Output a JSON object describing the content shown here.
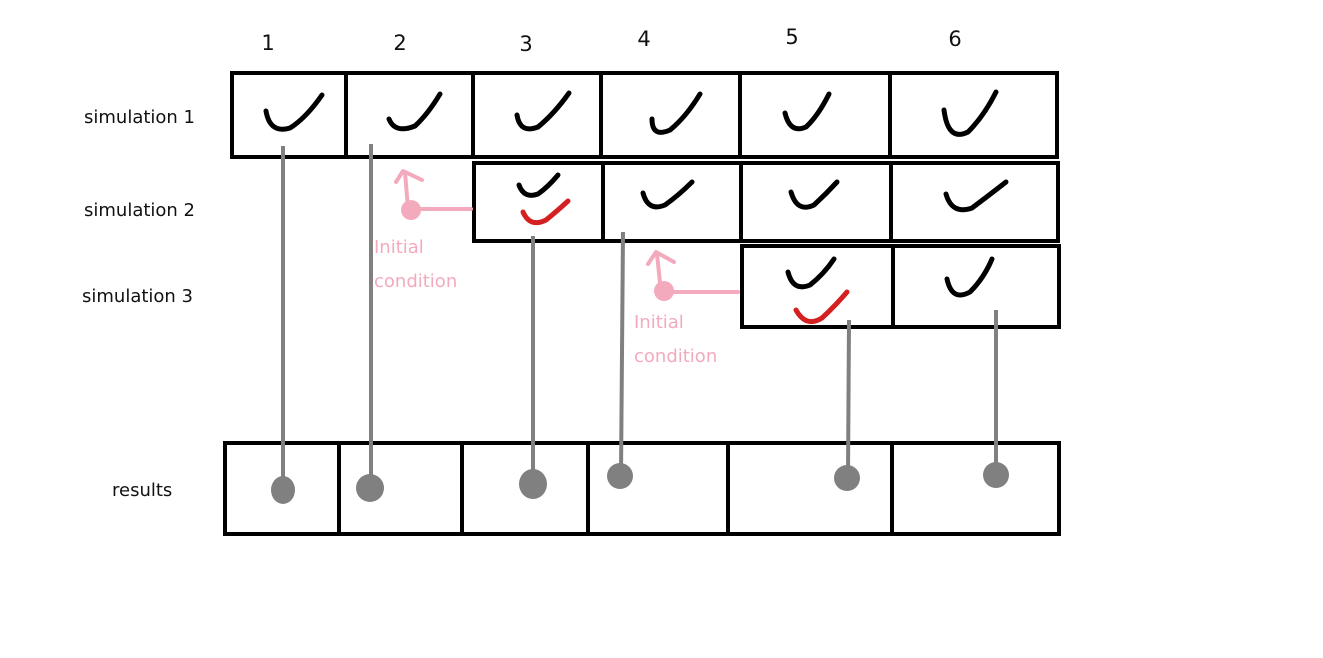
{
  "columns": [
    "1",
    "2",
    "3",
    "4",
    "5",
    "6"
  ],
  "rows": {
    "sim1": "simulation 1",
    "sim2": "simulation 2",
    "sim3": "simulation 3",
    "results": "results"
  },
  "annotations": {
    "initial_condition_1_line1": "Initial",
    "initial_condition_1_line2": "condition",
    "initial_condition_2_line1": "Initial",
    "initial_condition_2_line2": "condition"
  },
  "colors": {
    "grid": "#000000",
    "connector": "#808080",
    "initial_condition": "#f4aabd",
    "checkmark": "#000000",
    "overlap_checkmark": "#d42020"
  }
}
